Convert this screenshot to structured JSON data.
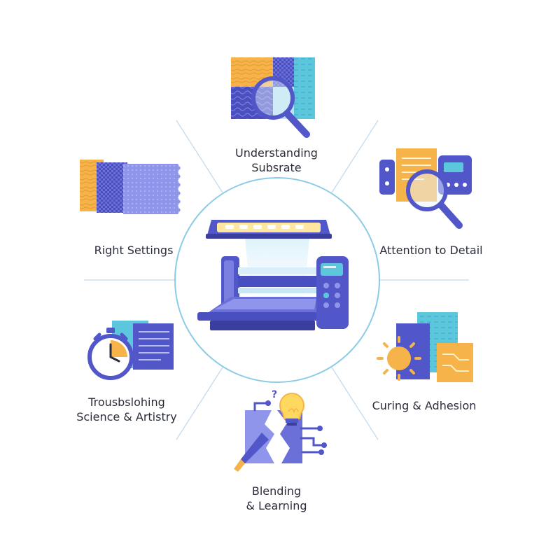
{
  "colors": {
    "primary": "#5156c8",
    "primary_dark": "#3a3e9e",
    "light_indigo": "#8f95ea",
    "cyan": "#5cc6dc",
    "orange": "#f6b34a",
    "yellow": "#ffd860",
    "connector": "#bcd6ec",
    "circle": "#8ccbe6"
  },
  "center": {
    "icon": "uv-flatbed-printer-icon"
  },
  "nodes": [
    {
      "id": "top",
      "line1": "Understanding",
      "line2": "Subsrate",
      "icon": "substrate-magnifier-icon"
    },
    {
      "id": "left",
      "line1": "Right Settings",
      "line2": "",
      "icon": "material-swatches-icon"
    },
    {
      "id": "right",
      "line1": "Attention to Detail",
      "line2": "",
      "icon": "inspect-print-magnifier-icon"
    },
    {
      "id": "lleft",
      "line1": "Trousbslohing",
      "line2": "Science & Artistry",
      "icon": "stopwatch-document-icon"
    },
    {
      "id": "lright",
      "line1": "Curing & Adhesion",
      "line2": "",
      "icon": "uv-sun-sheets-icon"
    },
    {
      "id": "bottom",
      "line1": "Blending",
      "line2": "& Learning",
      "icon": "lightbulb-brush-circuit-icon"
    }
  ]
}
